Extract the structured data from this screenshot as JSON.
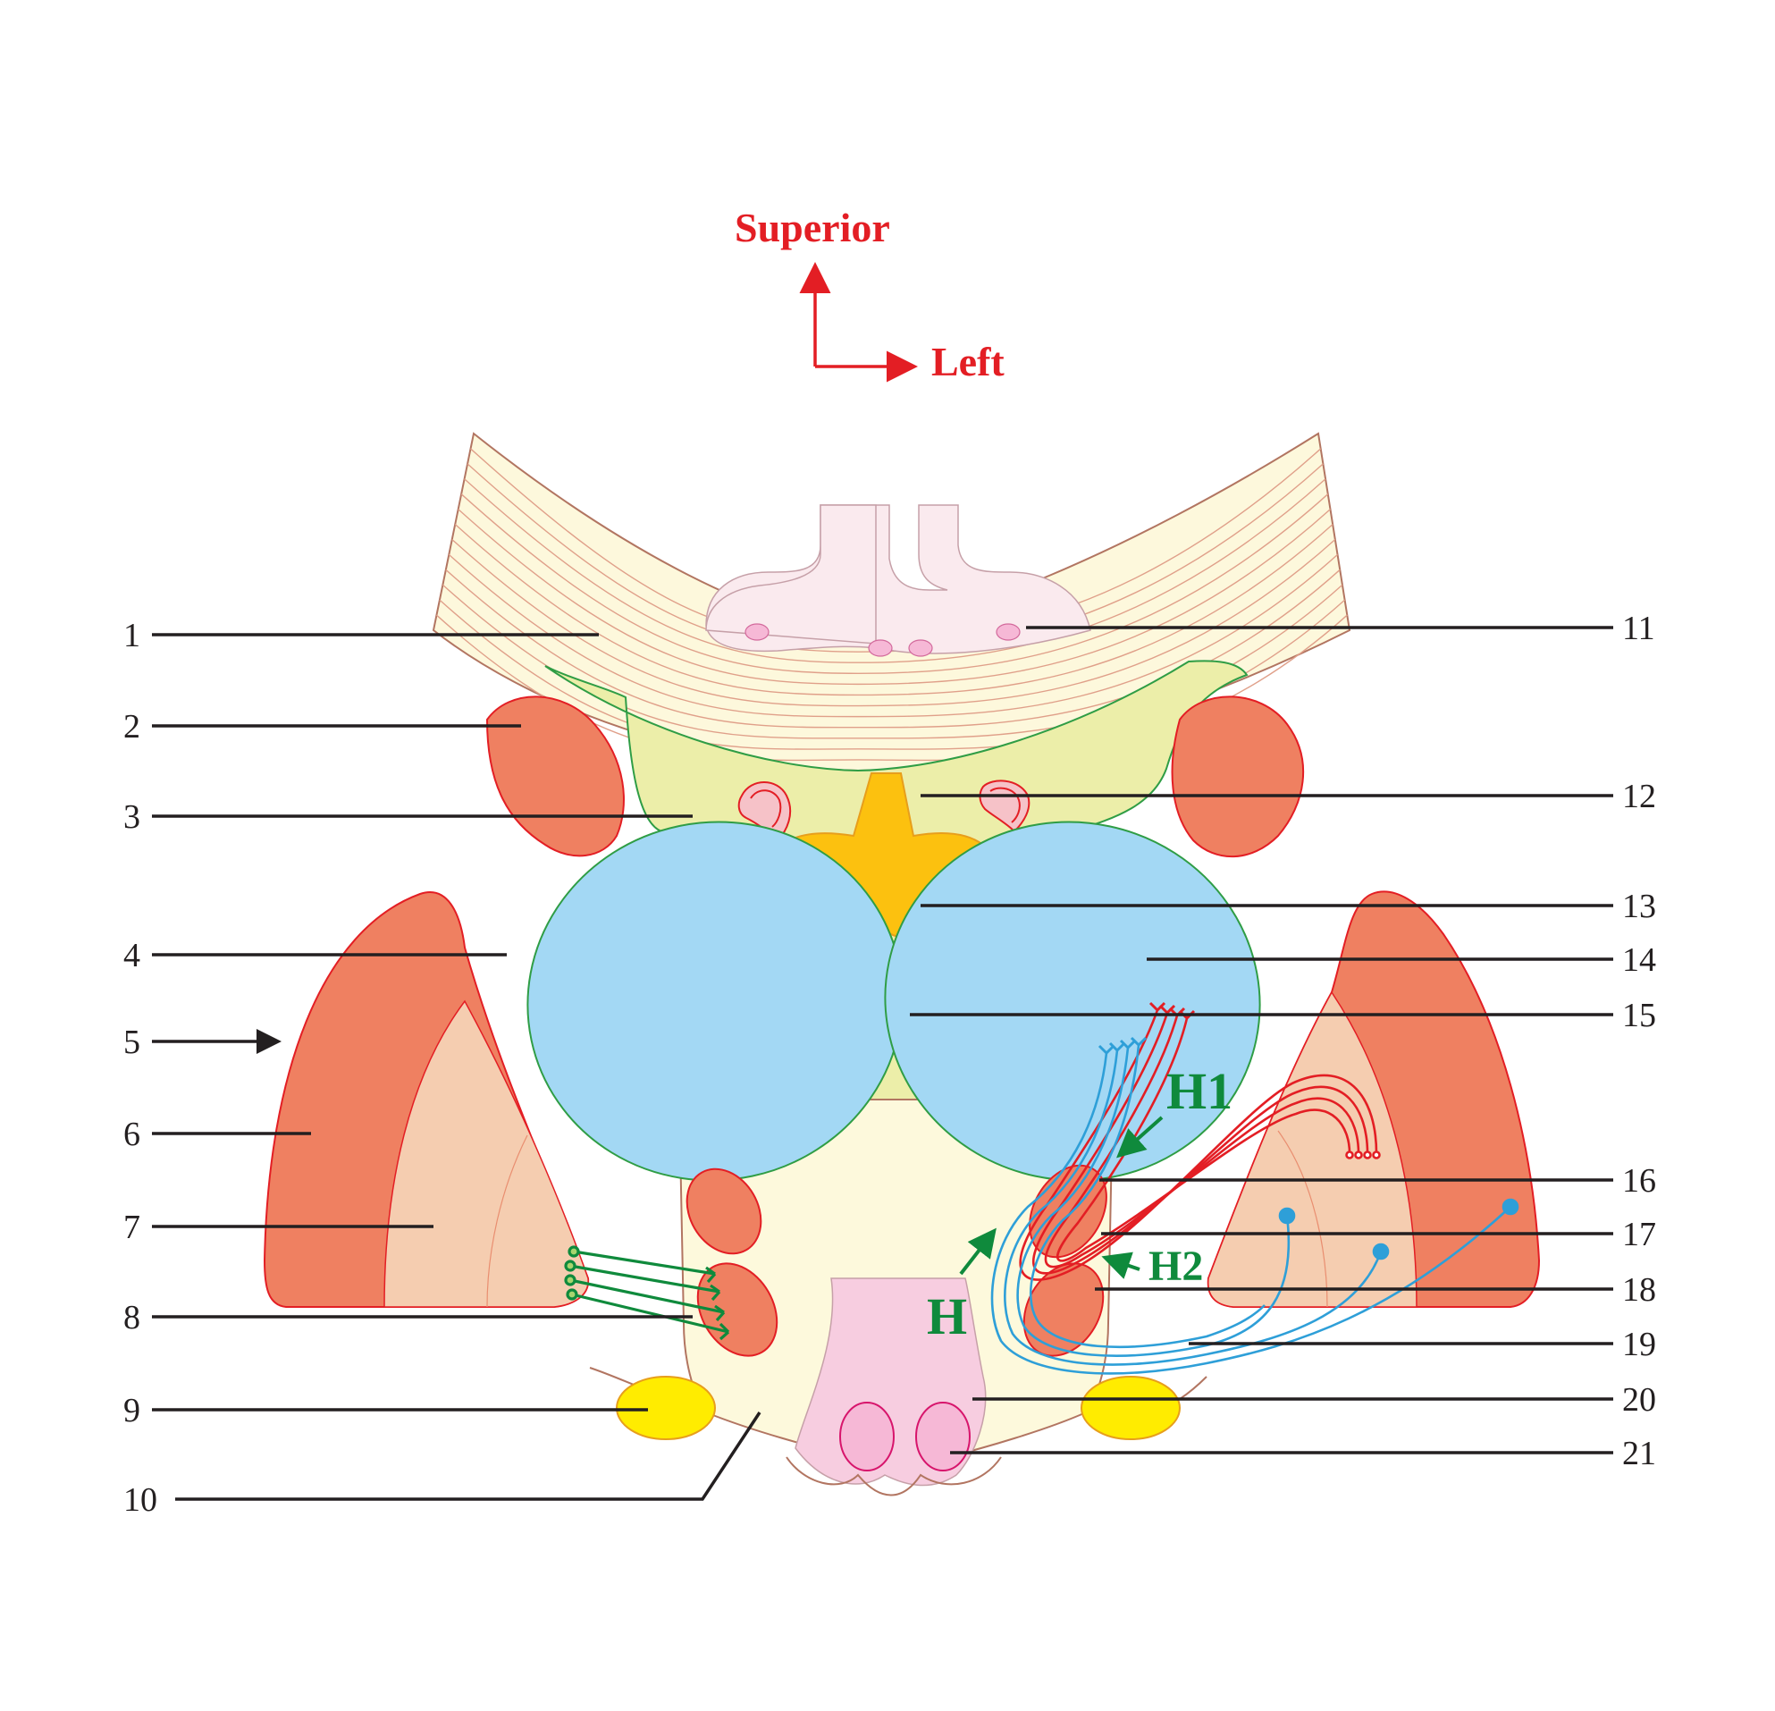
{
  "orientation": {
    "up_label": "Superior",
    "right_label": "Left",
    "arrow_color": "#e31e24"
  },
  "callouts": {
    "left": [
      "1",
      "2",
      "3",
      "4",
      "5",
      "6",
      "7",
      "8",
      "9",
      "10"
    ],
    "right": [
      "11",
      "12",
      "13",
      "14",
      "15",
      "16",
      "17",
      "18",
      "19",
      "20",
      "21"
    ]
  },
  "pathway_labels": {
    "h": "H",
    "h1": "H1",
    "h2": "H2",
    "color": "#0f8a3c"
  },
  "colors": {
    "muscle": "#ef8061",
    "nucleus_light": "#f5cdb0",
    "ventricle_gray": "#ecee a9",
    "blue_structure": "#a3d8f4",
    "pale_yellow": "#fdf9dc",
    "pink_column": "#f7cde0",
    "orange": "#fcc10f",
    "yellow": "#ffec00",
    "red_fibers": "#e31e24",
    "blue_fibers": "#2e9fd8",
    "green_fibers": "#0f8a3c"
  }
}
